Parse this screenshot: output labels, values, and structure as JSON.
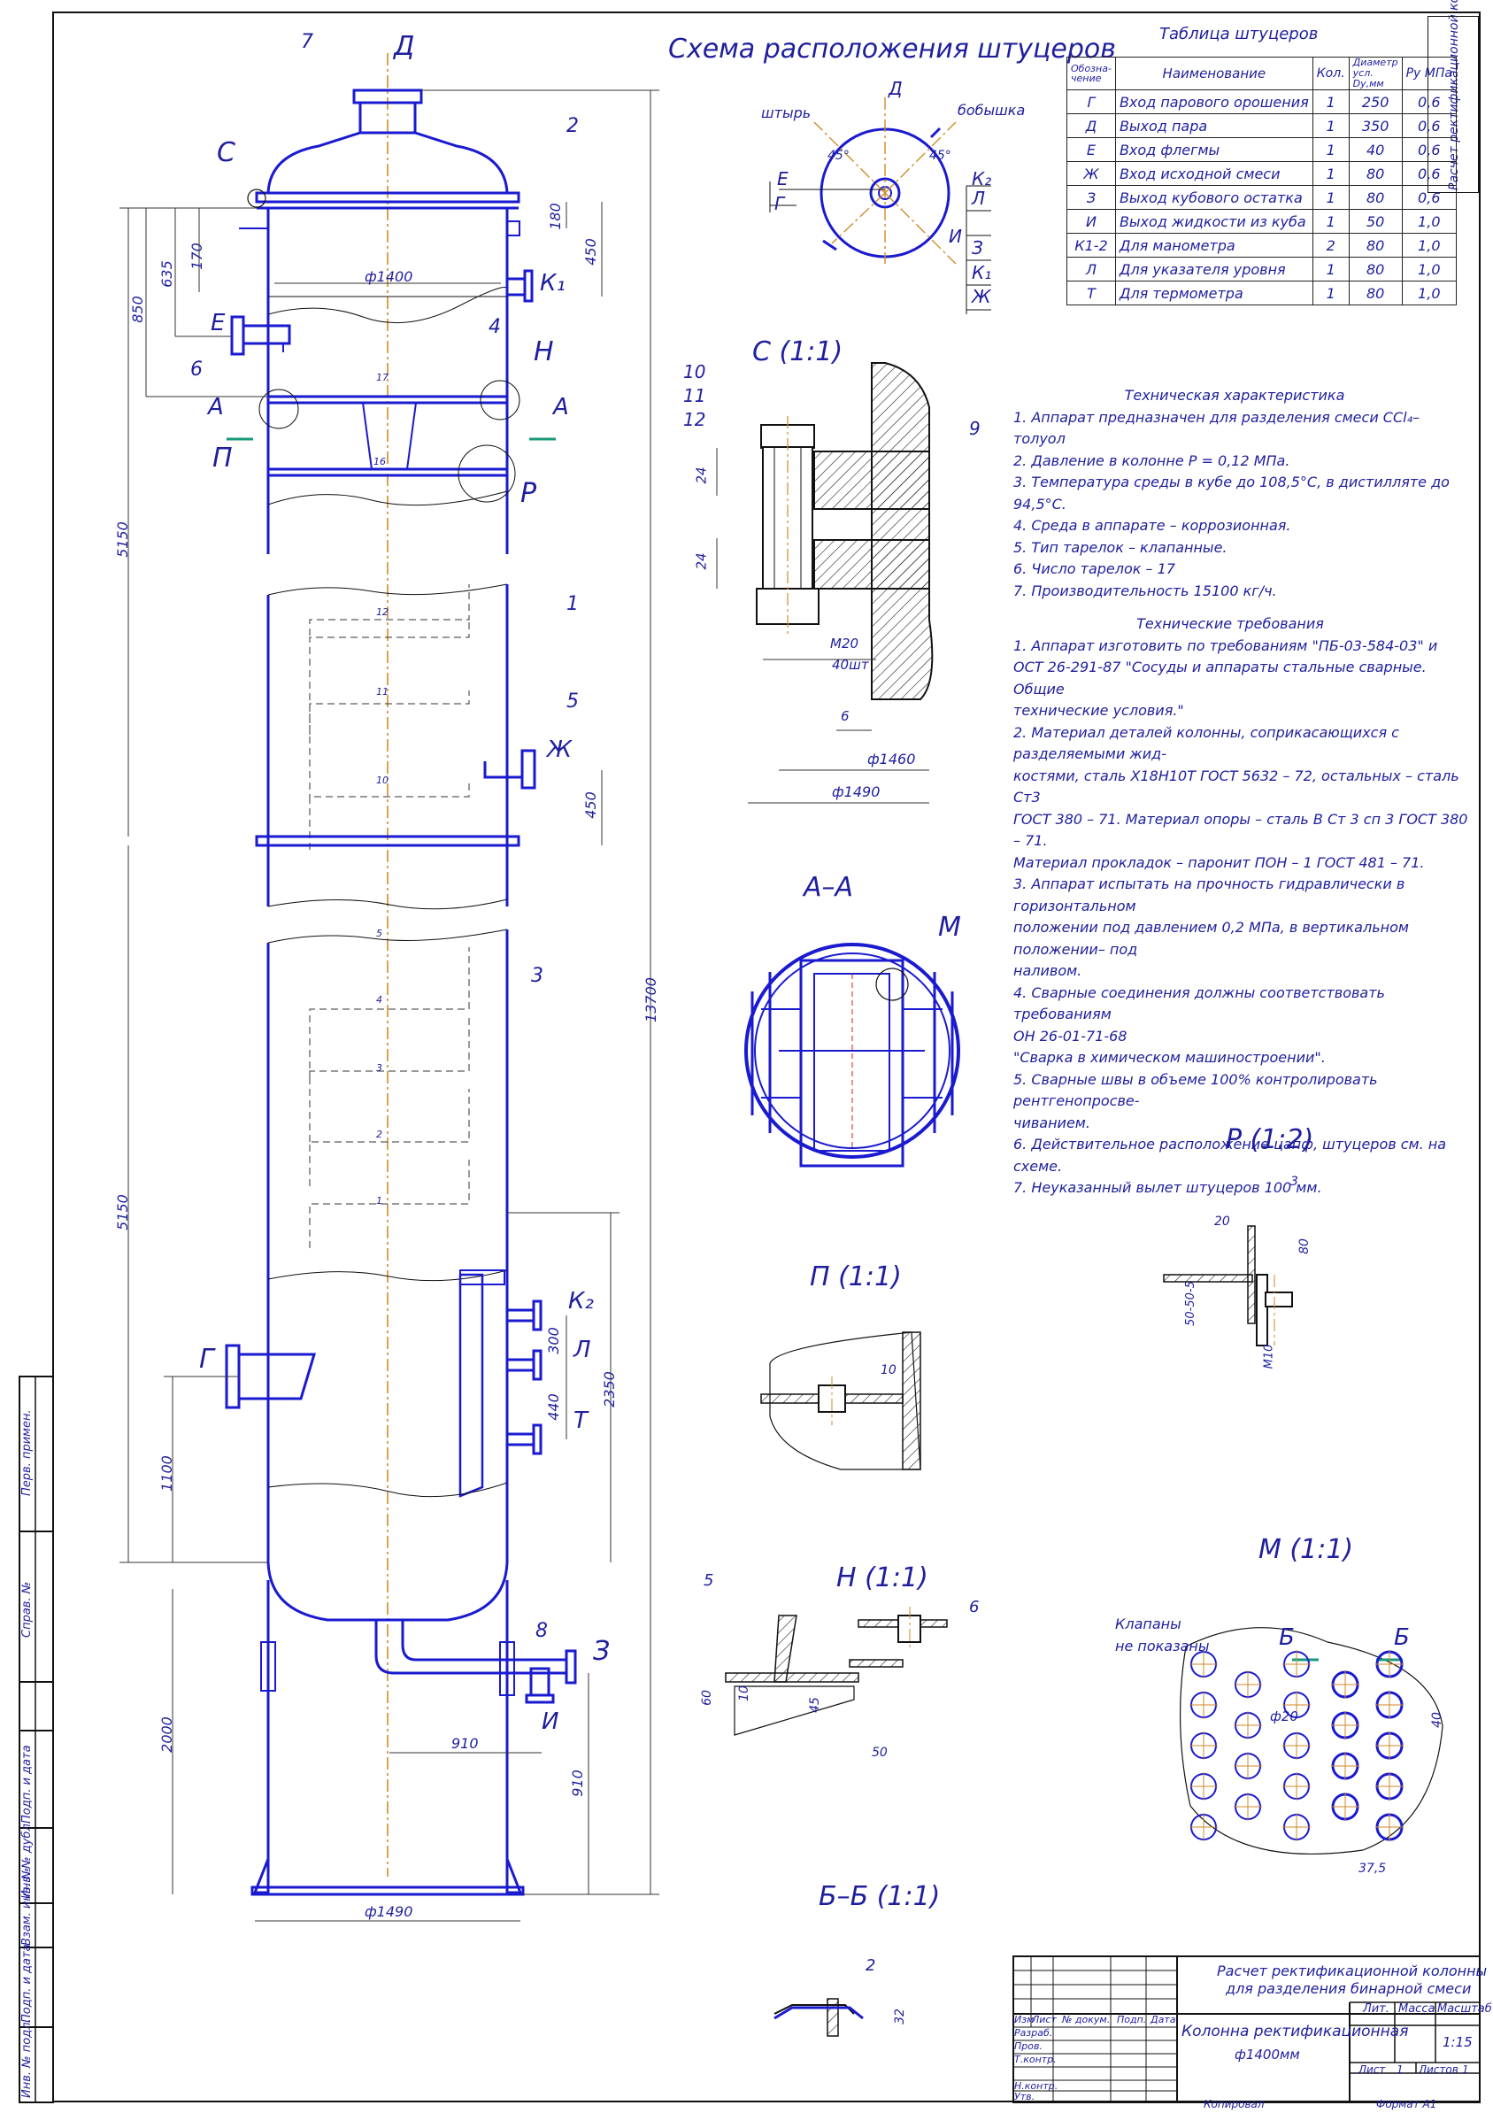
{
  "header": {
    "scheme_title": "Схема расположения штуцеров",
    "table_title": "Таблица штуцеров",
    "side_note": "Расчет ректификационной колонны для разделения бинарной смеси"
  },
  "nozzle_table": {
    "headers": [
      "Обозна-чение",
      "Наименование",
      "Кол.",
      "Диаметр усл. Dу,мм",
      "Pу МПа"
    ],
    "rows": [
      [
        "Г",
        "Вход парового орошения",
        "1",
        "250",
        "0,6"
      ],
      [
        "Д",
        "Выход пара",
        "1",
        "350",
        "0,6"
      ],
      [
        "Е",
        "Вход флегмы",
        "1",
        "40",
        "0,6"
      ],
      [
        "Ж",
        "Вход исходной смеси",
        "1",
        "80",
        "0,6"
      ],
      [
        "З",
        "Выход кубового остатка",
        "1",
        "80",
        "0,6"
      ],
      [
        "И",
        "Выход жидкости из куба",
        "1",
        "50",
        "1,0"
      ],
      [
        "К1-2",
        "Для манометра",
        "2",
        "80",
        "1,0"
      ],
      [
        "Л",
        "Для указателя уровня",
        "1",
        "80",
        "1,0"
      ],
      [
        "Т",
        "Для термометра",
        "1",
        "80",
        "1,0"
      ]
    ]
  },
  "tech_char": {
    "title": "Техническая характеристика",
    "items": [
      "1. Аппарат предназначен для разделения смеси CCl₄–толуол",
      "2. Давление в колонне Р = 0,12 МПа.",
      "3. Температура среды в кубе до 108,5°С, в дистилляте до 94,5°С.",
      "4. Среда в аппарате – коррозионная.",
      "5. Тип тарелок – клапанные.",
      "6. Число тарелок – 17",
      "7. Производительность 15100 кг/ч."
    ]
  },
  "tech_req": {
    "title": "Технические требования",
    "lines": [
      "1. Аппарат изготовить по требованиям \"ПБ-03-584-03\" и",
      "ОСТ 26-291-87 \"Сосуды и аппараты стальные сварные. Общие",
      "технические условия.\"",
      "2. Материал деталей колонны, соприкасающихся с разделяемыми жид-",
      "костями, сталь Х18Н10Т ГОСТ 5632 – 72, остальных – сталь Ст3",
      "ГОСТ 380 – 71. Материал опоры – сталь В Ст 3 сп 3 ГОСТ 380 – 71.",
      "Материал прокладок – паронит ПОН – 1 ГОСТ 481 – 71.",
      "3. Аппарат испытать на прочность гидравлически в горизонтальном",
      "положении под давлением 0,2 МПа, в вертикальном положении– под",
      "наливом.",
      "4. Сварные соединения должны соответствовать требованиям",
      "ОН 26-01-71-68",
      "\"Сварка в химическом машиностроении\".",
      "5. Сварные швы в объеме 100% контролировать рентгенопросве-",
      "чиванием.",
      "6. Действительное расположение цапф, штуцеров см. на схеме.",
      "7. Неуказанный вылет штуцеров 100 мм."
    ]
  },
  "views": {
    "c": "С (1:1)",
    "aa": "А–А",
    "r": "Р   (1:2)",
    "p": "П (1:1)",
    "n": "Н (1:1)",
    "m": "М (1:1)",
    "bb": "Б–Б   (1:1)"
  },
  "scheme_labels": {
    "pin": "штырь",
    "boss": "бобышка",
    "angle": "45°"
  },
  "m_notes": {
    "valves": "Клапаны",
    "not_shown": "не показаны",
    "hole": "ф20"
  },
  "dims": {
    "d1400": "ф1400",
    "d1490": "ф1490",
    "d1460": "ф1460",
    "h5150a": "5150",
    "h5150b": "5150",
    "h13700": "13700",
    "h850": "850",
    "h635": "635",
    "h170": "170",
    "h180": "180",
    "h450a": "450",
    "h450b": "450",
    "h2350": "2350",
    "h300": "300",
    "h440": "440",
    "h1100": "1100",
    "h2000": "2000",
    "h910v": "910",
    "h910h": "910",
    "c24a": "24",
    "c24b": "24",
    "cM20": "М20",
    "c40": "40шт",
    "c6": "6",
    "r3": "3",
    "r20": "20",
    "r80": "80",
    "r50": "50-50-5",
    "rM10": "М10",
    "p10": "10",
    "n60": "60",
    "n10": "10",
    "n45": "45",
    "n50": "50",
    "m40": "40",
    "m375": "37,5",
    "bb32": "32"
  },
  "col_labels": {
    "d": "Д",
    "s7": "7",
    "s2": "2",
    "c": "С",
    "k1": "К₁",
    "e": "Е",
    "s6": "6",
    "s4": "4",
    "h": "Н",
    "a1": "А",
    "a2": "А",
    "p": "П",
    "r": "Р",
    "s17": "17",
    "s16": "16",
    "s12": "12",
    "s11": "11",
    "s10": "10",
    "s1": "1",
    "s5": "5",
    "zh": "Ж",
    "t5": "5",
    "t4": "4",
    "t3": "3",
    "t2": "2",
    "t1": "1",
    "s3": "3",
    "k2": "К₂",
    "l": "Л",
    "t": "Т",
    "g": "Г",
    "s8": "8",
    "z": "З",
    "i": "И"
  },
  "c_labels": {
    "n10": "10",
    "n11": "11",
    "n12": "12",
    "n9": "9"
  },
  "n_labels": {
    "n5": "5",
    "n6": "6"
  },
  "m_labels": {
    "m": "М",
    "b1": "Б",
    "b2": "Б"
  },
  "bb_labels": {
    "n2": "2"
  },
  "scheme_letters": [
    "Д",
    "Е",
    "Г",
    "К₂",
    "Л",
    "И",
    "З",
    "К₁",
    "Ж"
  ],
  "left_strip": [
    "Перв. примен.",
    "Справ. №",
    "Подп. и дата",
    "Инв. № дубл.",
    "Взам. инв. №",
    "Подп. и дата",
    "Инв. № подл."
  ],
  "title_block": {
    "project": "Расчет ректификационной колонны",
    "project2": "для разделения бинарной смеси",
    "name": "Колонна ректификационная",
    "name2": "ф1400мм",
    "lit": "Лит.",
    "mass": "Масса",
    "scale": "Масштаб",
    "scale_val": "1:15",
    "sheet": "Лист",
    "sheet_n": "1",
    "sheets": "Листов",
    "sheets_n": "1",
    "cols": [
      "Изм",
      "Лист",
      "№ докум.",
      "Подп.",
      "Дата"
    ],
    "roles": [
      "Разраб.",
      "Пров.",
      "Т.контр.",
      "",
      "Н.контр.",
      "Утв."
    ]
  },
  "footer": {
    "copied": "Копировал",
    "format": "Формат   А1"
  }
}
